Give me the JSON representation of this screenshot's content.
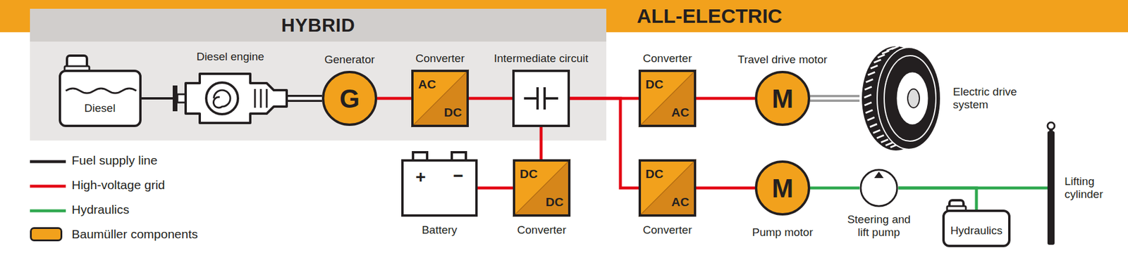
{
  "diagram": {
    "nodes": [
      {
        "text": [
          "HYBRID"
        ]
      },
      {
        "text": [
          "Diesel"
        ],
        "in": 0
      },
      {
        "text": [
          "Diesel engine"
        ],
        "in": 0
      },
      {
        "text": [
          "Generator",
          "G"
        ],
        "in": 0
      },
      {
        "text": [
          "Converter",
          "AC",
          "DC"
        ],
        "in": 0
      },
      {
        "text": [
          "Intermediate circuit"
        ],
        "in": 0
      },
      {
        "text": [
          "+",
          "−",
          "Battery"
        ]
      },
      {
        "text": [
          "DC",
          "DC",
          "Converter"
        ]
      },
      {
        "text": [
          "Converter",
          "DC",
          "AC"
        ]
      },
      {
        "text": [
          "Travel drive motor",
          "M"
        ]
      },
      {
        "text": [
          "Electric drive system"
        ]
      },
      {
        "text": [
          "DC",
          "AC",
          "Converter"
        ]
      },
      {
        "text": [
          "M",
          "Pump motor"
        ]
      },
      {
        "text": [
          "Steering and lift pump"
        ]
      },
      {
        "text": [
          "Hydraulics"
        ]
      },
      {
        "text": [
          "Lifting cylinder"
        ]
      }
    ],
    "edges": [
      {
        "from": 1,
        "to": 2,
        "arrow": "none"
      },
      {
        "from": 2,
        "to": 3,
        "arrow": "none"
      },
      {
        "from": 3,
        "to": 4,
        "arrow": "none"
      },
      {
        "from": 4,
        "to": 5,
        "arrow": "none"
      },
      {
        "from": 5,
        "to": 7,
        "arrow": "none"
      },
      {
        "from": 6,
        "to": 7,
        "arrow": "none"
      },
      {
        "from": 5,
        "to": 8,
        "arrow": "none"
      },
      {
        "from": 5,
        "to": 11,
        "arrow": "none"
      },
      {
        "from": 8,
        "to": 9,
        "arrow": "none"
      },
      {
        "from": 9,
        "to": 10,
        "arrow": "none"
      },
      {
        "from": 11,
        "to": 12,
        "arrow": "none"
      },
      {
        "from": 12,
        "to": 13,
        "arrow": "none"
      },
      {
        "from": 13,
        "to": 15,
        "arrow": "none"
      },
      {
        "from": 14,
        "to": 13,
        "arrow": "none"
      }
    ],
    "labels": [
      "ALL-ELECTRIC"
    ],
    "legend": [
      {
        "text": "Fuel supply line"
      },
      {
        "text": "High-voltage grid"
      },
      {
        "text": "Hydraulics"
      },
      {
        "text": "Baumüller components",
        "color": "#f2a11c"
      }
    ]
  }
}
